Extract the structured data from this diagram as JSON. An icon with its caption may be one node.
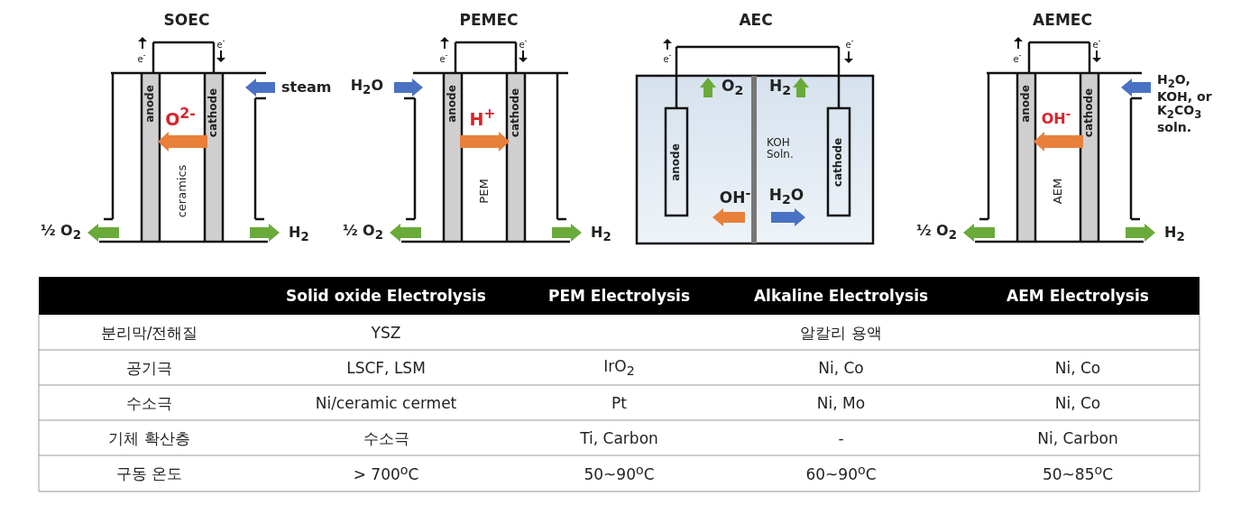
{
  "diagram": {
    "labels": [
      "SOEC",
      "e$^{-}$",
      "e$^{-}$",
      "steam",
      "anode",
      "O$^{2-}$",
      "cathode",
      "ceramics",
      "½ O$_{2}$",
      "H$_{2}$",
      "PEMEC",
      "e$^{-}$",
      "e$^{-}$",
      "H$_{2}$O",
      "anode",
      "H$^{+}$",
      "cathode",
      "PEM",
      "½ O$_{2}$",
      "H$_{2}$",
      "AEC",
      "e$^{-}$",
      "e$^{-}$",
      "O$_{2}$",
      "H$_{2}$",
      "anode",
      "KOH Soln.",
      "cathode",
      "OH$^{-}$",
      "H$_{2}$O",
      "AEMEC",
      "e$^{-}$",
      "e$^{-}$",
      "H$_{2}$O, KOH, or K$_{2}$CO$_{3}$ soln.",
      "anode",
      "OH$^{-}$",
      "cathode",
      "AEM",
      "½ O$_{2}$",
      "H$_{2}$",
      "Solid oxide Electrolysis",
      "PEM Electrolysis",
      "Alkaline Electrolysis",
      "AEM Electrolysis",
      "분리막/전해질",
      "YSZ",
      "알칼리 용액",
      "공기극",
      "LSCF, LSM",
      "IrO$_{2}$",
      "Ni, Co",
      "Ni, Co",
      "수소극",
      "Ni/ceramic cermet",
      "Pt",
      "Ni, Mo",
      "Ni, Co",
      "기체 확산층",
      "수소극",
      "Ti, Carbon",
      "-",
      "Ni, Carbon",
      "구동 온도",
      "> 700$^{o}$C",
      "50~90$^{o}$C",
      "60~90$^{o}$C",
      "50~85$^{o}$C"
    ]
  }
}
